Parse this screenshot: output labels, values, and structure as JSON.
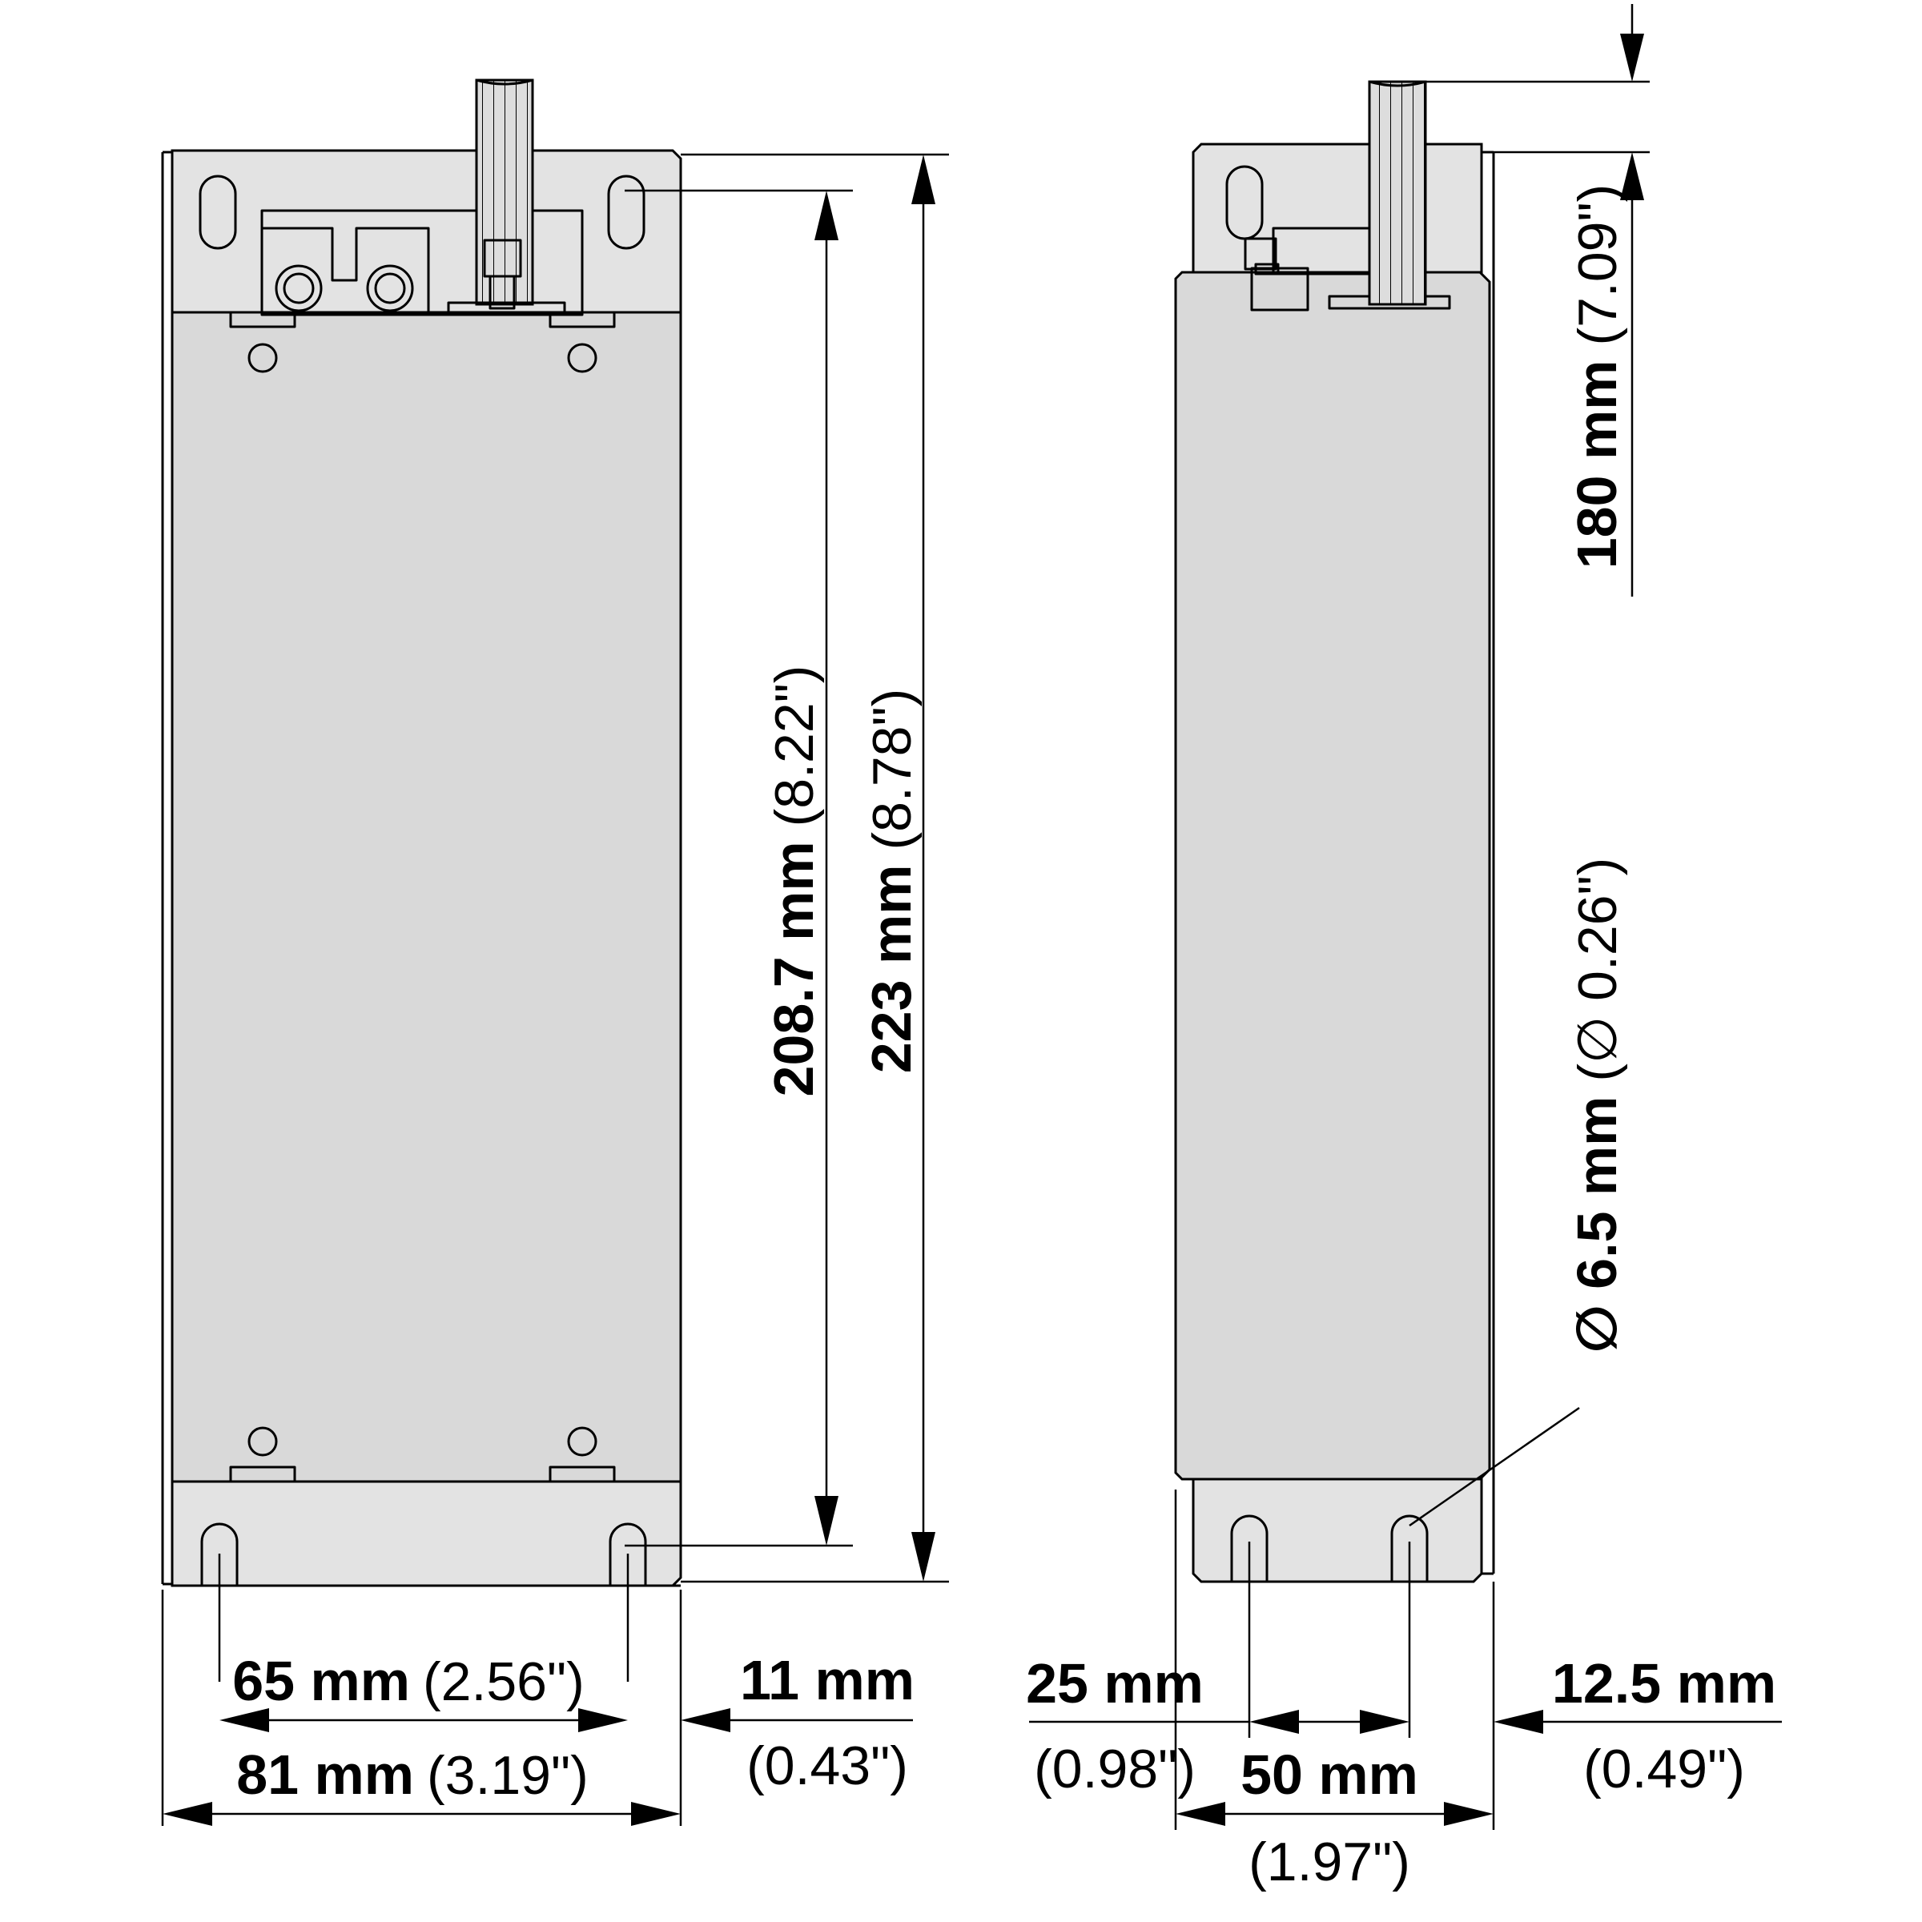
{
  "dimensions": {
    "front_height_inner": {
      "metric": "208.7 mm",
      "imperial": "(8.22\")"
    },
    "front_height_total": {
      "metric": "223 mm",
      "imperial": "(8.78\")"
    },
    "front_hole_spacing": {
      "metric": "65 mm",
      "imperial": "(2.56\")"
    },
    "front_width": {
      "metric": "81 mm",
      "imperial": "(3.19\")"
    },
    "front_edge_offset": {
      "metric": "11 mm",
      "imperial": "(0.43\")"
    },
    "side_height": {
      "metric": "180 mm",
      "imperial": "(7.09\")"
    },
    "hole_diameter": {
      "metric": "∅ 6.5 mm",
      "imperial": "(∅ 0.26\")"
    },
    "side_left_offset": {
      "metric": "25 mm",
      "imperial": "(0.98\")"
    },
    "side_hole_spacing": {
      "metric": "50 mm",
      "imperial": "(1.97\")"
    },
    "side_right_offset": {
      "metric": "12.5 mm",
      "imperial": "(0.49\")"
    }
  }
}
